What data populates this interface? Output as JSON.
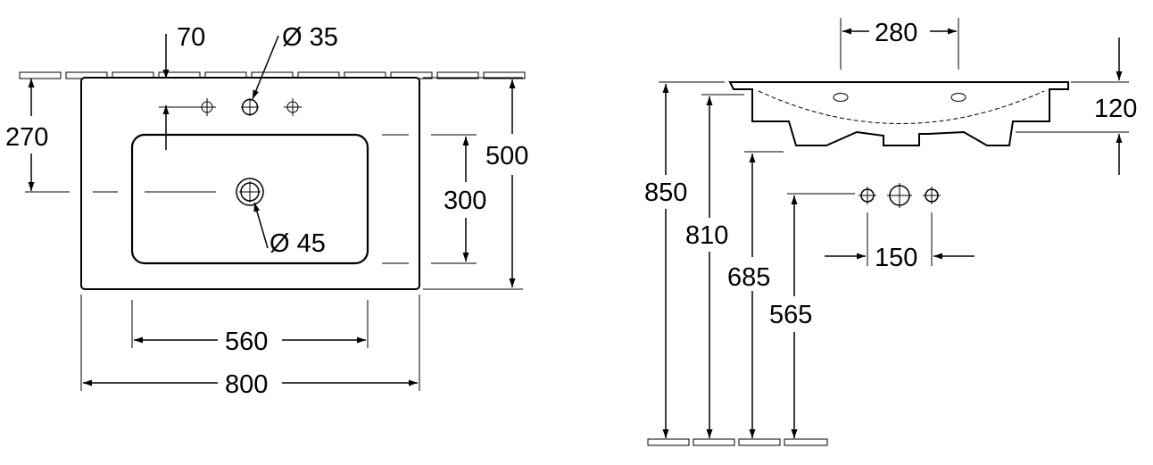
{
  "front_view": {
    "dim_tap_offset": "70",
    "dim_tap_hole": "Ø 35",
    "dim_waste_hole": "Ø 45",
    "dim_tap_to_waste": "270",
    "dim_total_depth": "500",
    "dim_bowl_depth": "300",
    "dim_bowl_width": "560",
    "dim_total_width": "800"
  },
  "side_view": {
    "dim_tap_spacing": "280",
    "dim_basin_height": "120",
    "dim_rim_height": "850",
    "dim_underside_height": "810",
    "dim_waste_height": "685",
    "dim_supply_height": "565",
    "dim_supply_spacing": "150"
  }
}
